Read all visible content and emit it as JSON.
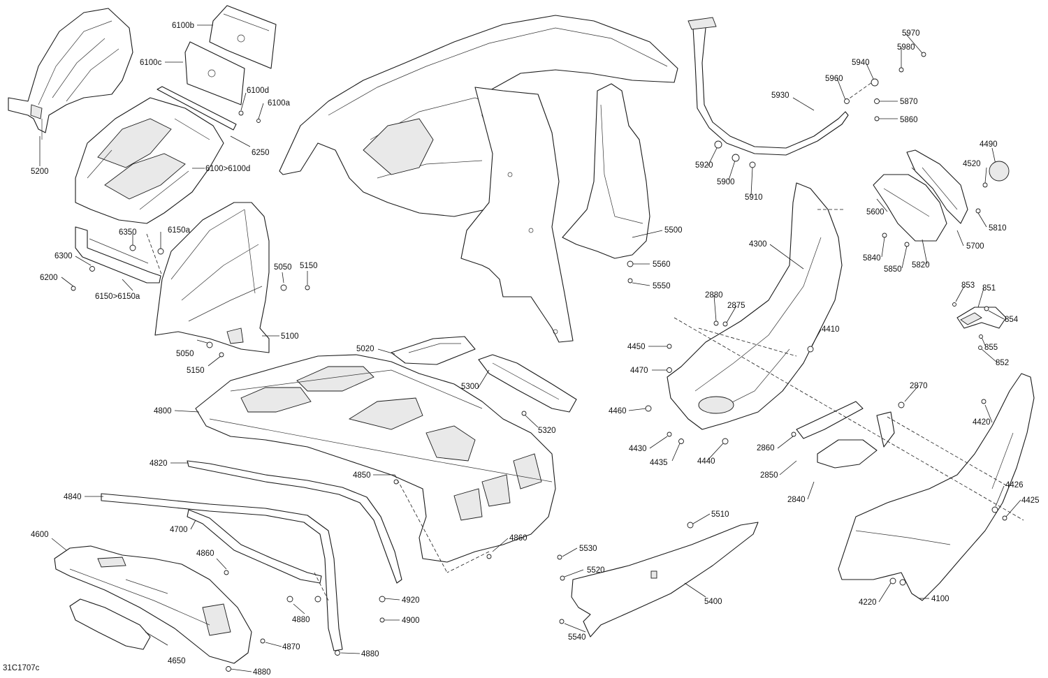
{
  "diagram": {
    "reference_code": "31C1707c",
    "callouts": [
      {
        "id": "5200",
        "text": "5200"
      },
      {
        "id": "6100b",
        "text": "6100b"
      },
      {
        "id": "6100c",
        "text": "6100c"
      },
      {
        "id": "6100d",
        "text": "6100d"
      },
      {
        "id": "6100a",
        "text": "6100a"
      },
      {
        "id": "6250",
        "text": "6250"
      },
      {
        "id": "6100-6100d",
        "text": "6100>6100d"
      },
      {
        "id": "6350",
        "text": "6350"
      },
      {
        "id": "6150a",
        "text": "6150a"
      },
      {
        "id": "6300",
        "text": "6300"
      },
      {
        "id": "6200",
        "text": "6200"
      },
      {
        "id": "6150-6150a",
        "text": "6150>6150a"
      },
      {
        "id": "5050-top",
        "text": "5050"
      },
      {
        "id": "5150-top",
        "text": "5150"
      },
      {
        "id": "5100",
        "text": "5100"
      },
      {
        "id": "5050-bottom",
        "text": "5050"
      },
      {
        "id": "5150-bottom",
        "text": "5150"
      },
      {
        "id": "5020",
        "text": "5020"
      },
      {
        "id": "5300",
        "text": "5300"
      },
      {
        "id": "5320",
        "text": "5320"
      },
      {
        "id": "4800",
        "text": "4800"
      },
      {
        "id": "4820",
        "text": "4820"
      },
      {
        "id": "4850",
        "text": "4850"
      },
      {
        "id": "4840",
        "text": "4840"
      },
      {
        "id": "4700",
        "text": "4700"
      },
      {
        "id": "4600",
        "text": "4600"
      },
      {
        "id": "4860-left",
        "text": "4860"
      },
      {
        "id": "4860-right",
        "text": "4860"
      },
      {
        "id": "4880-mid",
        "text": "4880"
      },
      {
        "id": "4920",
        "text": "4920"
      },
      {
        "id": "4900",
        "text": "4900"
      },
      {
        "id": "4870",
        "text": "4870"
      },
      {
        "id": "4880-right",
        "text": "4880"
      },
      {
        "id": "4650",
        "text": "4650"
      },
      {
        "id": "4880-bottom",
        "text": "4880"
      },
      {
        "id": "5500",
        "text": "5500"
      },
      {
        "id": "5560",
        "text": "5560"
      },
      {
        "id": "5550",
        "text": "5550"
      },
      {
        "id": "5510",
        "text": "5510"
      },
      {
        "id": "5530",
        "text": "5530"
      },
      {
        "id": "5520",
        "text": "5520"
      },
      {
        "id": "5400",
        "text": "5400"
      },
      {
        "id": "5540",
        "text": "5540"
      },
      {
        "id": "5970",
        "text": "5970"
      },
      {
        "id": "5980",
        "text": "5980"
      },
      {
        "id": "5940",
        "text": "5940"
      },
      {
        "id": "5960",
        "text": "5960"
      },
      {
        "id": "5930",
        "text": "5930"
      },
      {
        "id": "5870",
        "text": "5870"
      },
      {
        "id": "5860",
        "text": "5860"
      },
      {
        "id": "5920",
        "text": "5920"
      },
      {
        "id": "5900",
        "text": "5900"
      },
      {
        "id": "5910",
        "text": "5910"
      },
      {
        "id": "4490",
        "text": "4490"
      },
      {
        "id": "4520",
        "text": "4520"
      },
      {
        "id": "5600",
        "text": "5600"
      },
      {
        "id": "5810",
        "text": "5810"
      },
      {
        "id": "5700",
        "text": "5700"
      },
      {
        "id": "5840",
        "text": "5840"
      },
      {
        "id": "5850",
        "text": "5850"
      },
      {
        "id": "5820",
        "text": "5820"
      },
      {
        "id": "4300",
        "text": "4300"
      },
      {
        "id": "2880",
        "text": "2880"
      },
      {
        "id": "2875",
        "text": "2875"
      },
      {
        "id": "4410",
        "text": "4410"
      },
      {
        "id": "4450",
        "text": "4450"
      },
      {
        "id": "4470",
        "text": "4470"
      },
      {
        "id": "4460",
        "text": "4460"
      },
      {
        "id": "4430",
        "text": "4430"
      },
      {
        "id": "4435",
        "text": "4435"
      },
      {
        "id": "4440",
        "text": "4440"
      },
      {
        "id": "853",
        "text": "853"
      },
      {
        "id": "851",
        "text": "851"
      },
      {
        "id": "854",
        "text": "854"
      },
      {
        "id": "855",
        "text": "855"
      },
      {
        "id": "852",
        "text": "852"
      },
      {
        "id": "2870",
        "text": "2870"
      },
      {
        "id": "2860",
        "text": "2860"
      },
      {
        "id": "2850",
        "text": "2850"
      },
      {
        "id": "2840",
        "text": "2840"
      },
      {
        "id": "4420",
        "text": "4420"
      },
      {
        "id": "4426",
        "text": "4426"
      },
      {
        "id": "4425",
        "text": "4425"
      },
      {
        "id": "4220",
        "text": "4220"
      },
      {
        "id": "4100",
        "text": "4100"
      }
    ]
  }
}
